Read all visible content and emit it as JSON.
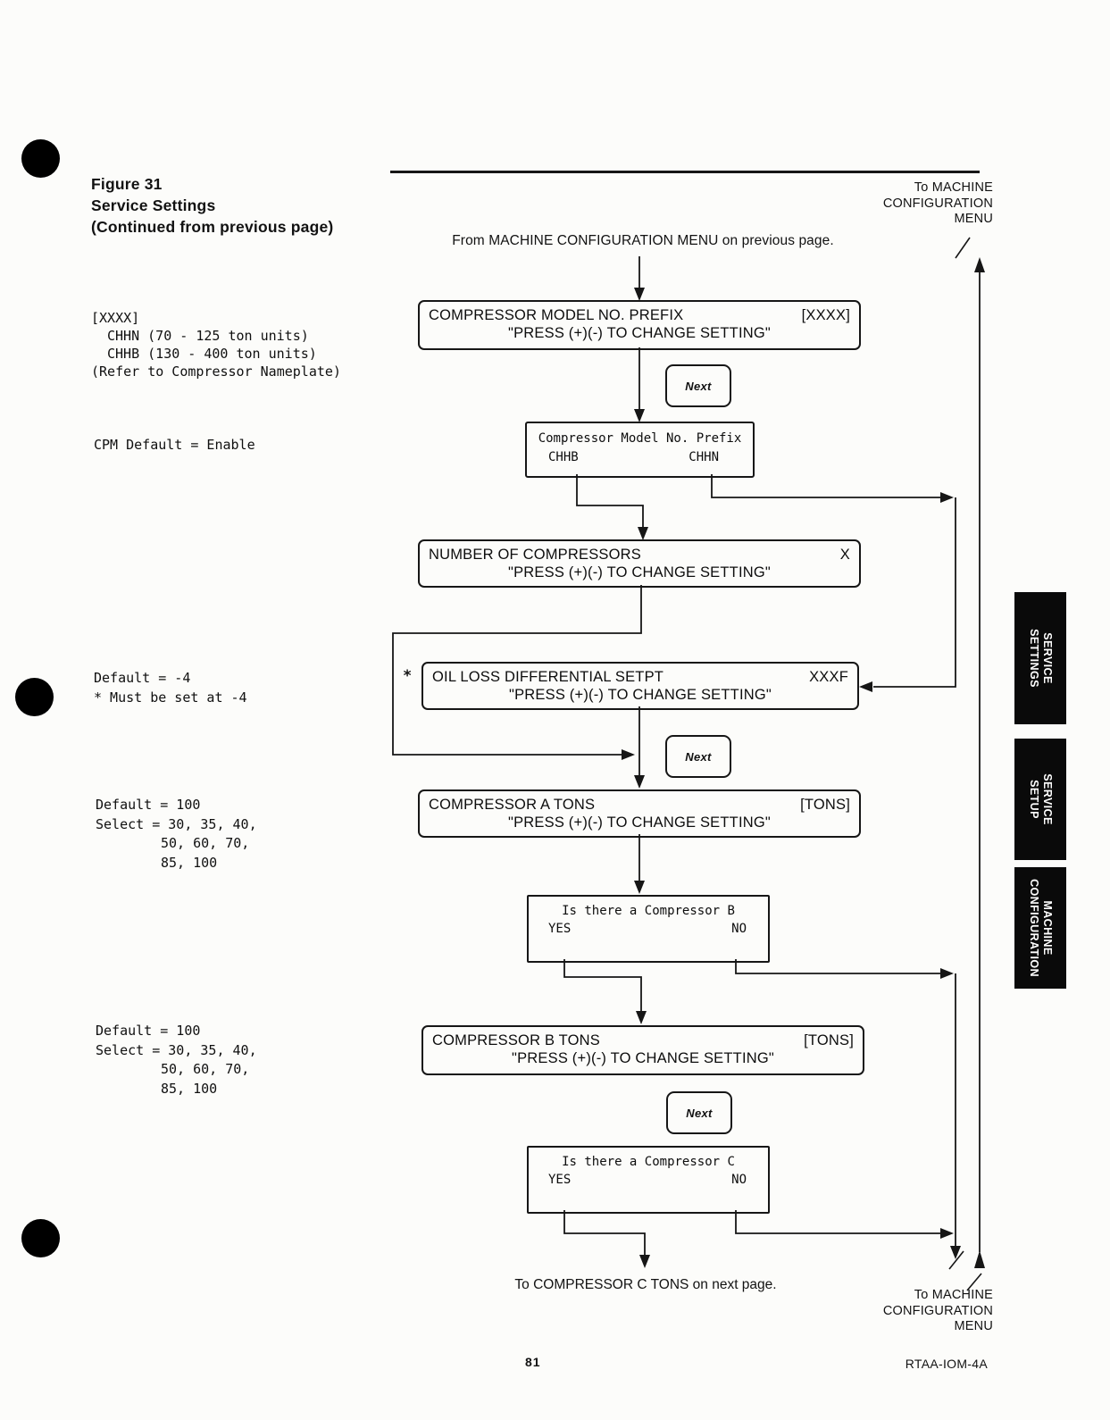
{
  "header": {
    "figure_lines": [
      "Figure 31",
      "Service Settings",
      "(Continued from previous page)"
    ],
    "to_machine_top": [
      "To MACHINE",
      "CONFIGURATION",
      "MENU"
    ],
    "from_note": "From MACHINE CONFIGURATION MENU on previous page."
  },
  "annotations": {
    "model_prefix_key": [
      "[XXXX]",
      "CHHN (70 - 125 ton units)",
      "CHHB (130 - 400 ton units)",
      "(Refer to Compressor Nameplate)"
    ],
    "cpm_default": "CPM Default = Enable",
    "oil_loss": [
      "Default = -4",
      "* Must be set at -4"
    ],
    "comp_a": [
      "Default = 100",
      "Select = 30, 35, 40,",
      "50, 60, 70,",
      "85, 100"
    ],
    "comp_b": [
      "Default = 100",
      "Select = 30, 35, 40,",
      "50, 60, 70,",
      "85, 100"
    ]
  },
  "flow": {
    "next_label": "Next",
    "model_prefix_box": {
      "title": "COMPRESSOR MODEL NO. PREFIX",
      "value": "[XXXX]",
      "action": "\"PRESS (+)(-) TO CHANGE SETTING\""
    },
    "model_display": {
      "title": "Compressor Model No. Prefix",
      "option_left": "CHHB",
      "option_right": "CHHN"
    },
    "num_comp_box": {
      "title": "NUMBER OF COMPRESSORS",
      "value": "X",
      "action": "\"PRESS (+)(-) TO CHANGE SETTING\""
    },
    "oil_box": {
      "marker": "*",
      "title": "OIL LOSS DIFFERENTIAL SETPT",
      "value": "XXXF",
      "action": "\"PRESS (+)(-) TO CHANGE SETTING\""
    },
    "comp_a_box": {
      "title": "COMPRESSOR A TONS",
      "value": "[TONS]",
      "action": "\"PRESS (+)(-) TO CHANGE SETTING\""
    },
    "comp_b_question": {
      "title": "Is there a Compressor B",
      "yes": "YES",
      "no": "NO"
    },
    "comp_b_box": {
      "title": "COMPRESSOR B TONS",
      "value": "[TONS]",
      "action": "\"PRESS (+)(-) TO CHANGE SETTING\""
    },
    "comp_c_question": {
      "title": "Is there a Compressor C",
      "yes": "YES",
      "no": "NO"
    }
  },
  "tabs": [
    {
      "line1": "SERVICE",
      "line2": "SETTINGS"
    },
    {
      "line1": "SERVICE",
      "line2": "SETUP"
    },
    {
      "line1": "MACHINE",
      "line2": "CONFIGURATION"
    }
  ],
  "footer": {
    "to_compressor_c": "To COMPRESSOR C TONS on next page.",
    "to_machine_bottom": [
      "To MACHINE",
      "CONFIGURATION",
      "MENU"
    ],
    "page_number": "81",
    "doc_code": "RTAA-IOM-4A"
  }
}
